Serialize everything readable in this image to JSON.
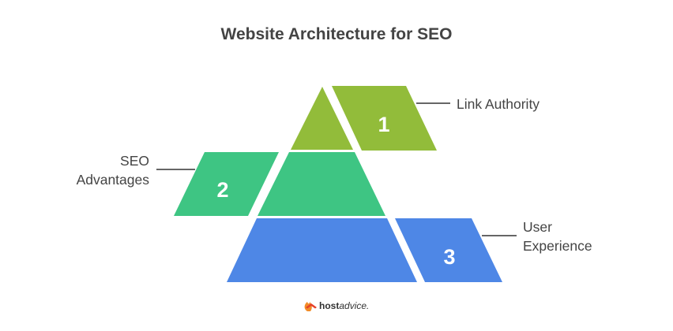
{
  "title": "Website Architecture for SEO",
  "levels": [
    {
      "number": "1",
      "label_lines": [
        "Link Authority"
      ],
      "color": "#92bc3a"
    },
    {
      "number": "2",
      "label_lines": [
        "SEO",
        "Advantages"
      ],
      "color": "#3ec583"
    },
    {
      "number": "3",
      "label_lines": [
        "User",
        "Experience"
      ],
      "color": "#4e87e6"
    }
  ],
  "brand": {
    "bold_part": "host",
    "italic_part": "advice.",
    "icon": "hostadvice-logo-icon"
  },
  "colors": {
    "text": "#444444",
    "connector": "#333333",
    "brand_orange": "#f28c28",
    "brand_red": "#e5402a"
  }
}
